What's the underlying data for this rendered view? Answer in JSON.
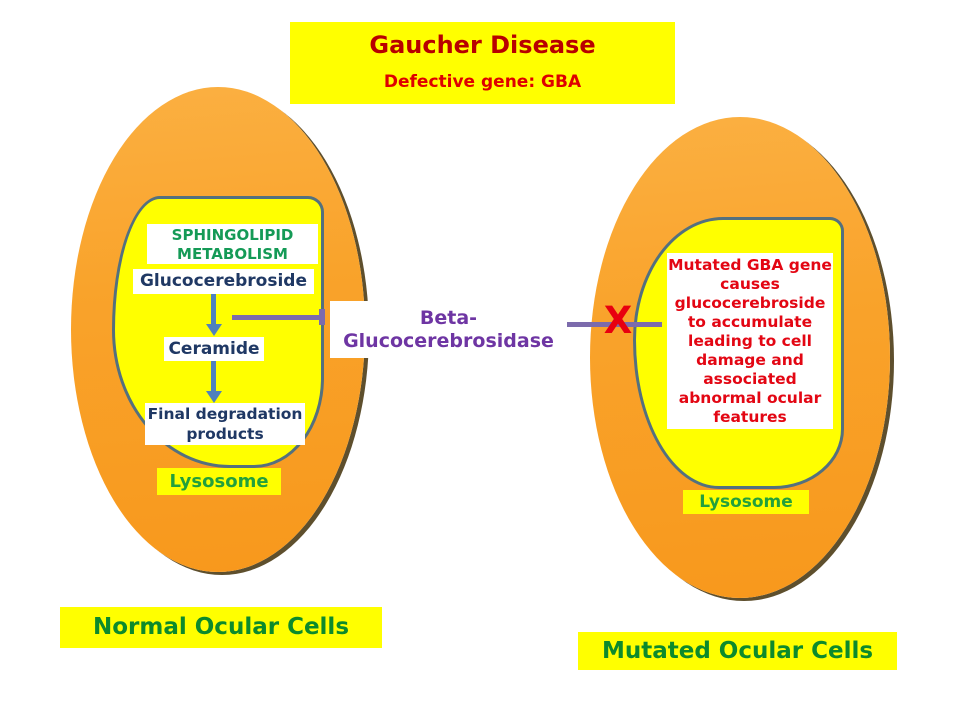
{
  "header": {
    "title": "Gaucher Disease",
    "subtitle": "Defective gene: GBA"
  },
  "left_cell": {
    "label": "Normal Ocular Cells",
    "lysosome_label": "Lysosome",
    "pathway": {
      "header_line1": "SPHINGOLIPID",
      "header_line2": "METABOLISM",
      "steps": [
        "Glucocerebroside",
        "Ceramide",
        "Final degradation products"
      ]
    }
  },
  "enzyme": {
    "line1": "Beta-",
    "line2": "Glucocerebrosidase",
    "blocked_marker": "X"
  },
  "right_cell": {
    "label": "Mutated Ocular Cells",
    "lysosome_label": "Lysosome",
    "description": "Mutated GBA gene causes glucocerebroside to accumulate leading to cell damage and associated abnormal ocular features"
  },
  "colors": {
    "cell_orange": "#F9A32B",
    "lysosome_yellow": "#FFFF00",
    "membrane_slate": "#54707E",
    "arrow_blue": "#4F81BD",
    "enzyme_purple": "#6E35A3",
    "connector_purple": "#7C6BAC",
    "title_dark_red": "#B80000",
    "red_text": "#E30613",
    "metabolism_green": "#149A56",
    "lysosome_green": "#23A03C",
    "cell_label_green": "#0C8A2C",
    "step_navy": "#1F3864"
  }
}
